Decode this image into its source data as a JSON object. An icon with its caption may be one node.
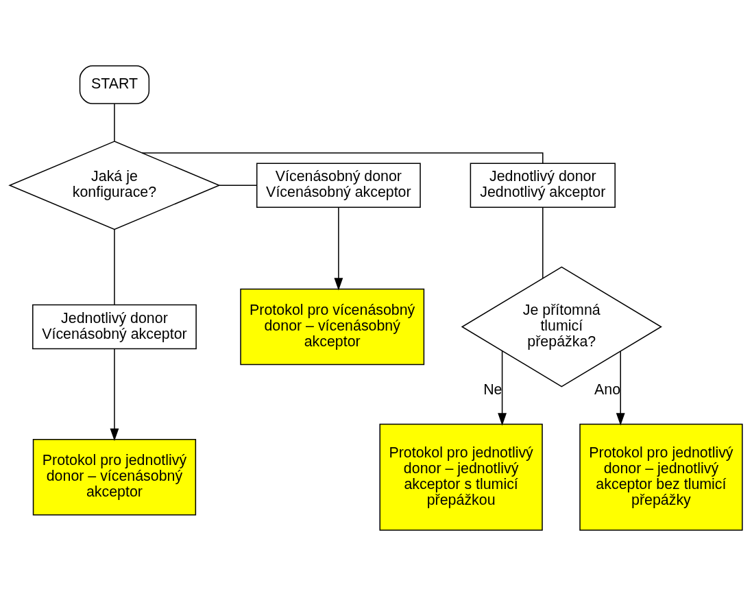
{
  "diagram": {
    "nodes": [
      {
        "text": [
          "START"
        ]
      },
      {
        "text": [
          "Jaká je konfigurace?"
        ]
      },
      {
        "text": [
          "Jednotlivý donor Jednotlivý akceptor"
        ]
      },
      {
        "text": [
          "Vícenásobný donor Vícenásobný akceptor"
        ]
      },
      {
        "text": [
          "Jednotlivý donor Vícenásobný akceptor"
        ]
      },
      {
        "text": [
          "Je přítomná tlumicí přepážka?"
        ]
      },
      {
        "text": [
          "Protokol pro jednotlivý donor – jednotlivý akceptor bez tlumicí přepážky"
        ]
      },
      {
        "text": [
          "Protokol pro jednotlivý donor – vícenásobný akceptor"
        ]
      },
      {
        "text": [
          "Protokol pro vícenásobný donor – vícenásobný akceptor"
        ]
      },
      {
        "text": [
          "Protokol pro jednotlivý donor – jednotlivý akceptor s tlumicí přepážkou"
        ]
      }
    ],
    "edges": [
      {
        "from": 0,
        "to": 1,
        "arrow": "none"
      },
      {
        "from": 1,
        "to": 2,
        "arrow": "none"
      },
      {
        "from": 1,
        "to": 3,
        "arrow": "none"
      },
      {
        "from": 1,
        "to": 4,
        "arrow": "none"
      },
      {
        "from": 2,
        "to": 5,
        "arrow": "none"
      },
      {
        "from": 5,
        "to": 6,
        "arrow": "to",
        "label": "Ano"
      },
      {
        "from": 5,
        "to": 9,
        "arrow": "to",
        "label": "Ne"
      },
      {
        "from": 4,
        "to": 7,
        "arrow": "to"
      },
      {
        "from": 3,
        "to": 8,
        "arrow": "to"
      }
    ]
  }
}
